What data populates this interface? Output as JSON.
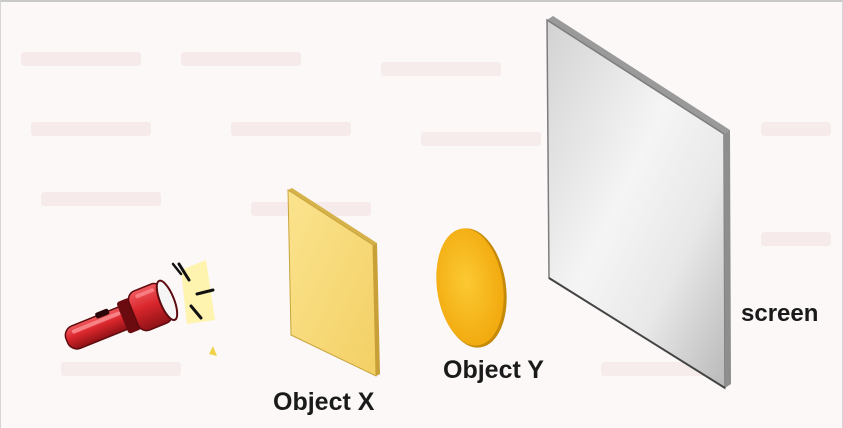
{
  "labels": {
    "object_x": "Object X",
    "object_y": "Object Y",
    "screen": "screen"
  },
  "colors": {
    "flashlight_body": "#d9262c",
    "flashlight_dark": "#7a0f12",
    "light_beam": "#fff3a6",
    "object_x_fill": "#f7d877",
    "object_y_fill": "#f5b81e",
    "screen_fill": "#e6e6e6",
    "background": "#fbf8f7"
  },
  "icons": {
    "flashlight": "flashlight-icon"
  }
}
